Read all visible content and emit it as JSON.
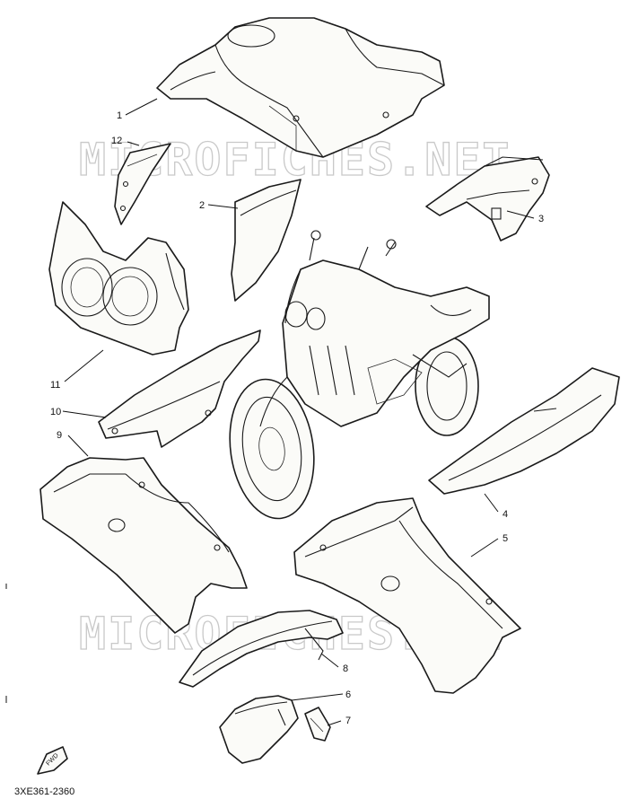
{
  "diagram": {
    "watermark_text": "MICROFICHES.NET",
    "drawing_code": "3XE361-2360",
    "fwd_label": "FWD",
    "callouts": [
      "1",
      "2",
      "3",
      "4",
      "5",
      "6",
      "7",
      "8",
      "9",
      "10",
      "11",
      "12"
    ]
  }
}
